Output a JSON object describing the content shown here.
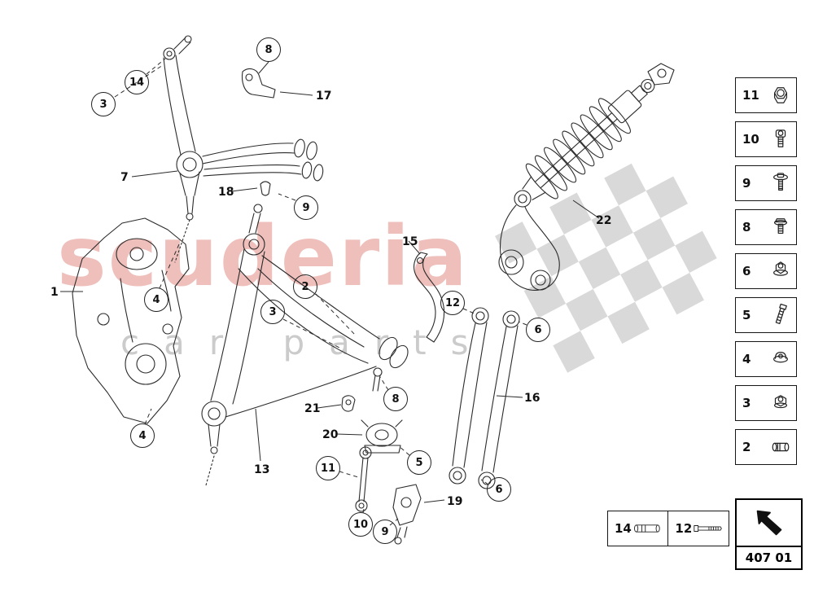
{
  "watermark": {
    "brand": "scuderia",
    "tagline": "car parts"
  },
  "callouts": [
    {
      "label": "8"
    },
    {
      "label": "14"
    },
    {
      "label": "3"
    },
    {
      "label": "9"
    },
    {
      "label": "4"
    },
    {
      "label": "2"
    },
    {
      "label": "3"
    },
    {
      "label": "12"
    },
    {
      "label": "6"
    },
    {
      "label": "8"
    },
    {
      "label": "4"
    },
    {
      "label": "11"
    },
    {
      "label": "5"
    },
    {
      "label": "6"
    },
    {
      "label": "10"
    },
    {
      "label": "9"
    }
  ],
  "labels": [
    {
      "label": "17"
    },
    {
      "label": "7"
    },
    {
      "label": "18"
    },
    {
      "label": "22"
    },
    {
      "label": "15"
    },
    {
      "label": "1"
    },
    {
      "label": "16"
    },
    {
      "label": "21"
    },
    {
      "label": "20"
    },
    {
      "label": "13"
    },
    {
      "label": "19"
    }
  ],
  "sidebar": {
    "items": [
      {
        "label": "11",
        "icon": "hex-nut"
      },
      {
        "label": "10",
        "icon": "socket-head-bolt"
      },
      {
        "label": "9",
        "icon": "washer-screw"
      },
      {
        "label": "8",
        "icon": "flange-bolt"
      },
      {
        "label": "6",
        "icon": "flange-nut"
      },
      {
        "label": "5",
        "icon": "hex-bolt"
      },
      {
        "label": "4",
        "icon": "dome-nut"
      },
      {
        "label": "3",
        "icon": "lock-nut"
      },
      {
        "label": "2",
        "icon": "sleeve-pin"
      }
    ]
  },
  "bottom_row": {
    "items": [
      {
        "label": "14",
        "icon": "dowel-pin"
      },
      {
        "label": "12",
        "icon": "long-bolt"
      }
    ]
  },
  "part_code_box": {
    "code": "407 01",
    "icon": "nw-arrow"
  },
  "colors": {
    "watermark_red": "#d55e54",
    "watermark_gray": "#a8a8a8",
    "flag_gray": "#c9c9c9",
    "line": "#2b2b2b"
  }
}
